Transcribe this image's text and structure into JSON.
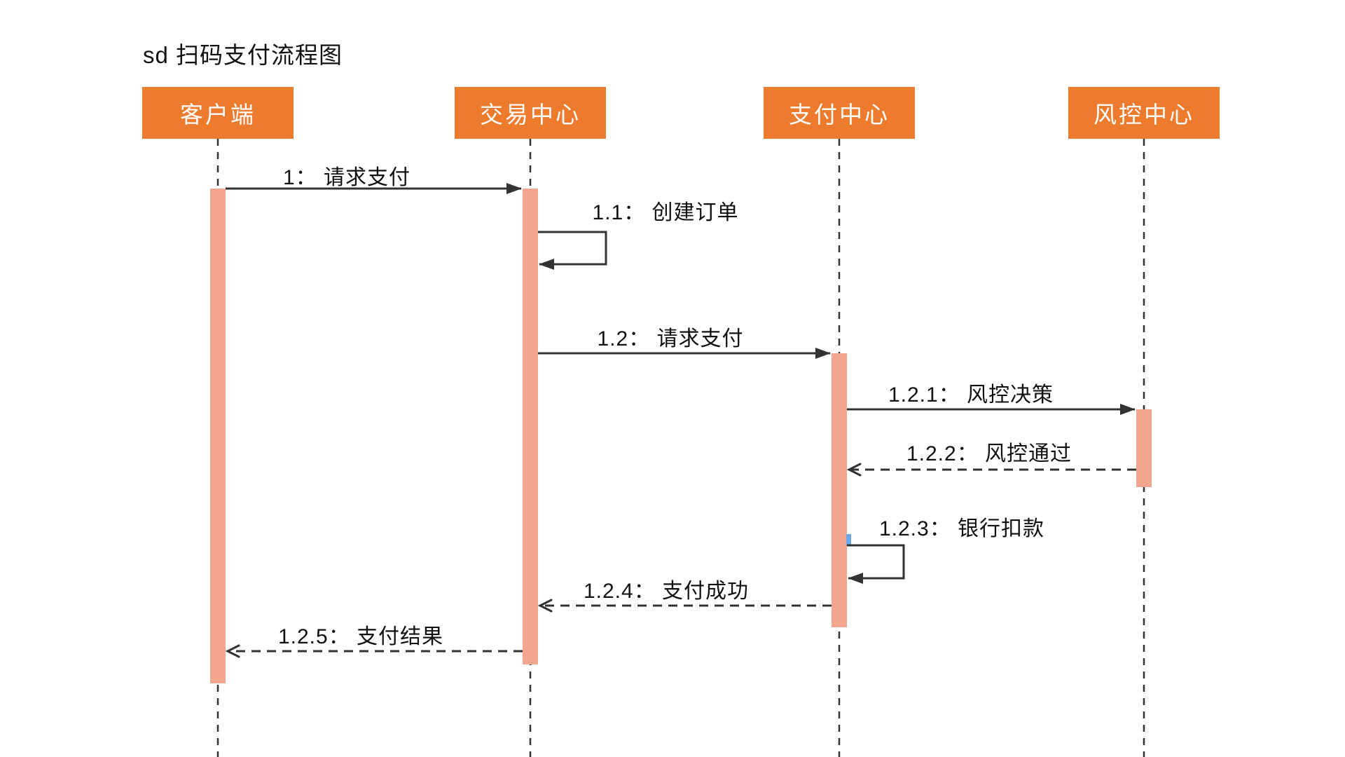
{
  "title": "sd 扫码支付流程图",
  "colors": {
    "actor-fill": "#ED7B2D",
    "activation-fill": "#F2A58F",
    "line": "#333333",
    "text": "#111111",
    "background": "#FFFFFF"
  },
  "actors": [
    {
      "label": "客户端"
    },
    {
      "label": "交易中心"
    },
    {
      "label": "支付中心"
    },
    {
      "label": "风控中心"
    }
  ],
  "messages": [
    {
      "label": "1： 请求支付",
      "from": "客户端",
      "to": "交易中心",
      "line": "solid"
    },
    {
      "label": "1.1： 创建订单",
      "from": "交易中心",
      "to": "交易中心",
      "line": "self"
    },
    {
      "label": "1.2： 请求支付",
      "from": "交易中心",
      "to": "支付中心",
      "line": "solid"
    },
    {
      "label": "1.2.1： 风控决策",
      "from": "支付中心",
      "to": "风控中心",
      "line": "solid"
    },
    {
      "label": "1.2.2： 风控通过",
      "from": "风控中心",
      "to": "支付中心",
      "line": "dashed"
    },
    {
      "label": "1.2.3： 银行扣款",
      "from": "支付中心",
      "to": "支付中心",
      "line": "self"
    },
    {
      "label": "1.2.4： 支付成功",
      "from": "支付中心",
      "to": "交易中心",
      "line": "dashed"
    },
    {
      "label": "1.2.5： 支付结果",
      "from": "交易中心",
      "to": "客户端",
      "line": "dashed"
    }
  ]
}
